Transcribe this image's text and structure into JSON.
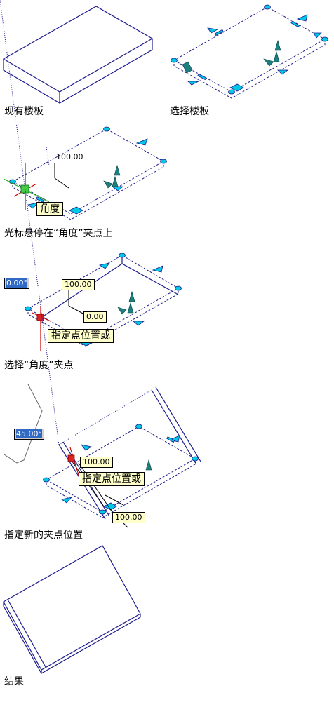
{
  "captions": {
    "existing_slab": "现有楼板",
    "select_slab": "选择楼板",
    "hover_grip": "光标悬停在“角度”夹点上",
    "select_grip": "选择“角度”夹点",
    "specify_position": "指定新的夹点位置",
    "result": "结果"
  },
  "step3": {
    "dim_value": "100.00",
    "tooltip": "角度"
  },
  "step4": {
    "angle_field": "0.00°",
    "dim_top": "100.00",
    "dim_small": "0.00",
    "prompt": "指定点位置或"
  },
  "step5": {
    "angle_field": "45.00°",
    "dim_top": "100.00",
    "prompt": "指定点位置或",
    "dim_bottom": "100.00"
  },
  "colors": {
    "line": "#1c1c8c",
    "grip": "#00c8e6",
    "grip_dark": "#1a8c8c",
    "red": "#dd0000",
    "tooltip_bg": "#ffffcc"
  }
}
